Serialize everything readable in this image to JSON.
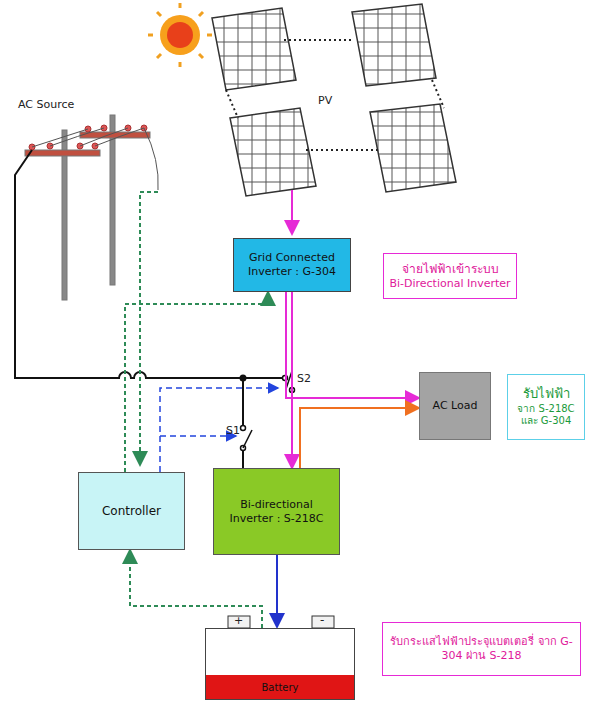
{
  "diagram": {
    "nodes": [
      {
        "text": [
          "Grid Connected Inverter : G-304"
        ]
      },
      {
        "text": [
          "จ่ายไฟฟ้าเข้าระบบ",
          "Bi-Directional Inverter"
        ]
      },
      {
        "text": [
          "AC Load"
        ]
      },
      {
        "text": [
          "รับไฟฟ้า",
          "จาก S-218C และ G-304"
        ]
      },
      {
        "text": [
          "Controller"
        ]
      },
      {
        "text": [
          "Bi-directional Inverter : S-218C"
        ]
      },
      {
        "text": [
          "Battery"
        ]
      },
      {
        "text": [
          "รับกระแสไฟฟ้าประจุแบตเตอรี่ จาก G-304 ผ่าน S-218"
        ]
      }
    ],
    "edges": [
      {
        "from": 0,
        "to": 2,
        "arrow": "to"
      },
      {
        "from": 0,
        "to": 5,
        "arrow": "to"
      },
      {
        "from": 5,
        "to": 2,
        "arrow": "to"
      },
      {
        "from": 5,
        "to": 6,
        "arrow": "to"
      },
      {
        "from": 4,
        "to": 0,
        "arrow": "to"
      },
      {
        "from": 6,
        "to": 4,
        "arrow": "to"
      }
    ],
    "labels": [
      "AC Source",
      "PV",
      "S1",
      "S2",
      "+",
      "-"
    ]
  }
}
